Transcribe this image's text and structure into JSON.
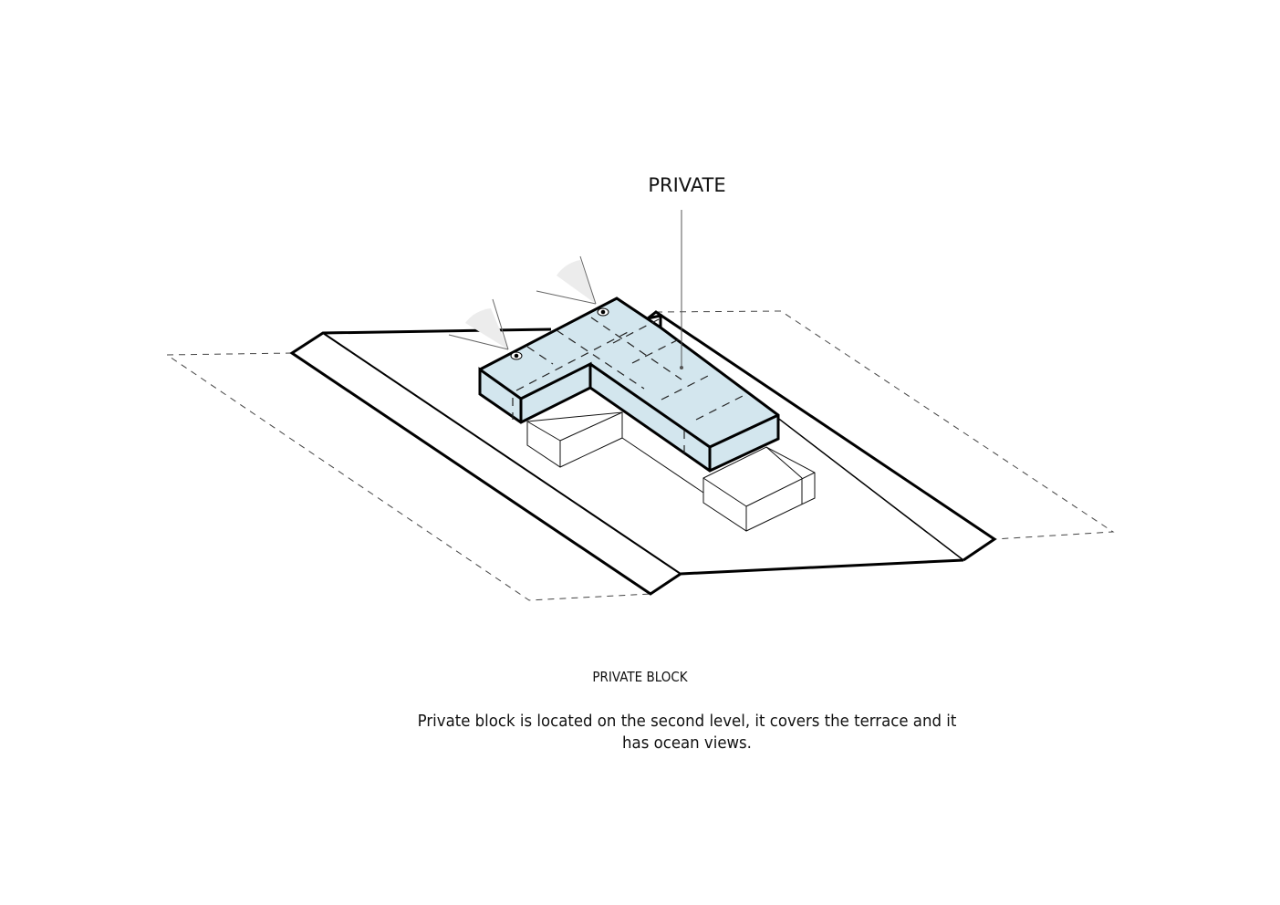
{
  "diagram": {
    "title": "PRIVATE BLOCK",
    "callout_label": "PRIVATE",
    "description": "Private block is located on the second level, it covers the terrace and it has ocean views.",
    "elements": [
      {
        "name": "site-boundary-dashed",
        "style": "dashed outline"
      },
      {
        "name": "site-platform",
        "style": "thick black outline"
      },
      {
        "name": "private-block",
        "style": "L-shaped volume, light blue fill",
        "level": "second level"
      },
      {
        "name": "lower-volumes",
        "style": "thin outline boxes"
      },
      {
        "name": "view-markers",
        "count": 2,
        "style": "eye icons with view cones"
      }
    ],
    "colors": {
      "block_fill": "#d3e6ee",
      "line": "#000000",
      "dashed": "#444444",
      "view_cone": "#ececec",
      "background": "#ffffff"
    }
  }
}
